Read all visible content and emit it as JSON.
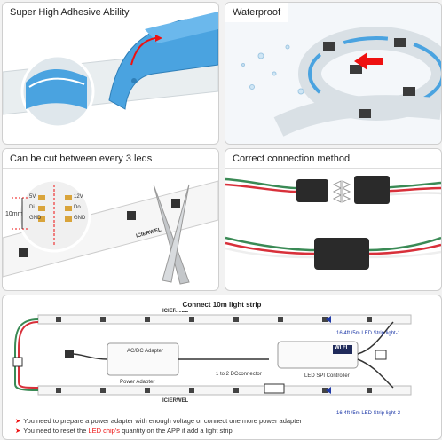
{
  "panels": {
    "adhesive": {
      "title": "Super High Adhesive Ability"
    },
    "waterproof": {
      "title": "Waterproof"
    },
    "cut": {
      "title": "Can be cut between every 3 leds",
      "measure": "10mm",
      "pads": [
        "5V",
        "Di",
        "GND",
        "12V",
        "Do",
        "GND"
      ],
      "brand": "ICIERWEL"
    },
    "connection": {
      "title": "Correct connection method"
    },
    "strip": {
      "title": "Connect 10m light strip",
      "adapter_label": "AC/DC Adapter",
      "power_adapter": "Power Adapter",
      "dc_connector": "1 to 2 DCconnector",
      "controller_label": "LED SPI Controller",
      "controller_brand": "WI FI",
      "strip1": "16.4ft /5m LED Strip light-1",
      "strip2": "16.4ft /5m LED Strip light-2",
      "brand": "ICIERWEL",
      "notes": {
        "note1": "You need to prepare a power adapter with enough voltage or connect one more power adapter",
        "note2_pre": "You need to reset the ",
        "note2_hl": "LED chip's",
        "note2_post": " quantity on the APP if add a light strip"
      }
    }
  },
  "colors": {
    "tape_blue": "#4aa3e0",
    "accent_red": "#e11",
    "wire_green": "#3a8a55",
    "wire_red": "#d8303a"
  }
}
